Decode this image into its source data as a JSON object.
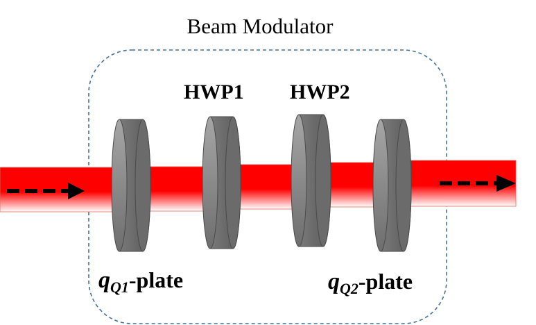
{
  "title": "Beam Modulator",
  "labels": {
    "hwp1": "HWP1",
    "hwp2": "HWP2",
    "q1": {
      "main": "q",
      "sub": "Q1",
      "rest": "-plate"
    },
    "q2": {
      "main": "q",
      "sub": "Q2",
      "rest": "-plate"
    }
  },
  "colors": {
    "beam": "#ff0000",
    "box_border": "#41719c",
    "plate_face": "#8c8c8c",
    "plate_edge": "#555555",
    "arrow": "#000000"
  }
}
